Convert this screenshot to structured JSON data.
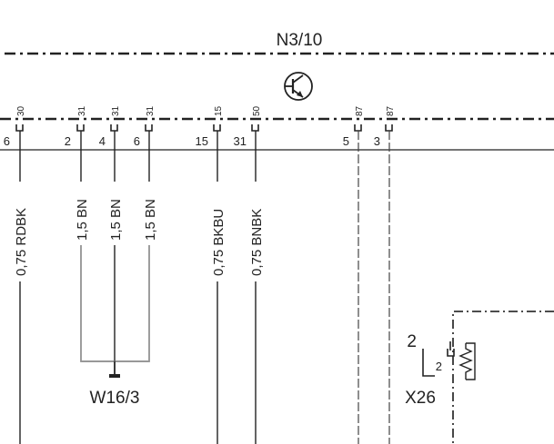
{
  "components": {
    "module": {
      "name": "N3/10"
    },
    "ground_point": {
      "name": "W16/3"
    },
    "connector": {
      "name": "X26",
      "pin_outer": "2",
      "pin_inner": "2"
    }
  },
  "pins": [
    {
      "id": "p30",
      "terminal": "30",
      "number": "6"
    },
    {
      "id": "p31a",
      "terminal": "31",
      "number": "2"
    },
    {
      "id": "p31b",
      "terminal": "31",
      "number": "4"
    },
    {
      "id": "p31c",
      "terminal": "31",
      "number": "6"
    },
    {
      "id": "p15",
      "terminal": "15",
      "number": "15"
    },
    {
      "id": "p50",
      "terminal": "50",
      "number": "31"
    },
    {
      "id": "p87a",
      "terminal": "87",
      "number": "5"
    },
    {
      "id": "p87b",
      "terminal": "87",
      "number": "3"
    }
  ],
  "wires": [
    {
      "id": "w30",
      "label": "0,75 RDBK"
    },
    {
      "id": "w31a",
      "label": "1,5 BN"
    },
    {
      "id": "w31b",
      "label": "1,5 BN"
    },
    {
      "id": "w31c",
      "label": "1,5 BN"
    },
    {
      "id": "w15",
      "label": "0,75 BKBU"
    },
    {
      "id": "w50",
      "label": "0,75 BNBK"
    }
  ],
  "colors": {
    "line": "#222222",
    "background": "#ffffff"
  },
  "icons": {
    "module_symbol": "transistor-icon",
    "connector_symbol": "resistor-icon"
  }
}
